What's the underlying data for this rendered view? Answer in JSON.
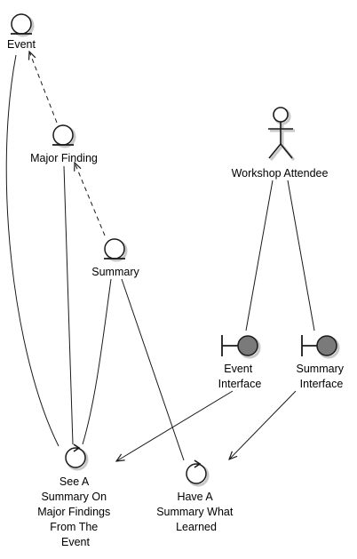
{
  "nodes": {
    "event": {
      "label": [
        "Event"
      ],
      "type": "entity"
    },
    "major_finding": {
      "label": [
        "Major Finding"
      ],
      "type": "entity"
    },
    "summary": {
      "label": [
        "Summary"
      ],
      "type": "entity"
    },
    "workshop_attendee": {
      "label": [
        "Workshop Attendee"
      ],
      "type": "actor"
    },
    "event_interface": {
      "label": [
        "Event",
        "Interface"
      ],
      "type": "boundary"
    },
    "summary_interface": {
      "label": [
        "Summary",
        "Interface"
      ],
      "type": "boundary"
    },
    "see_summary": {
      "label": [
        "See A",
        "Summary On",
        "Major Findings",
        "From The",
        "Event"
      ],
      "type": "control"
    },
    "have_summary": {
      "label": [
        "Have A",
        "Summary What",
        "Learned"
      ],
      "type": "control"
    }
  },
  "edges": [
    {
      "from": "major_finding",
      "to": "event",
      "style": "dashed-arrow"
    },
    {
      "from": "summary",
      "to": "major_finding",
      "style": "dashed-arrow"
    },
    {
      "from": "event",
      "to": "see_summary",
      "style": "line"
    },
    {
      "from": "major_finding",
      "to": "see_summary",
      "style": "line"
    },
    {
      "from": "summary",
      "to": "see_summary",
      "style": "line"
    },
    {
      "from": "summary",
      "to": "have_summary",
      "style": "line"
    },
    {
      "from": "workshop_attendee",
      "to": "event_interface",
      "style": "line"
    },
    {
      "from": "workshop_attendee",
      "to": "summary_interface",
      "style": "line"
    },
    {
      "from": "event_interface",
      "to": "see_summary",
      "style": "arrow"
    },
    {
      "from": "summary_interface",
      "to": "have_summary",
      "style": "arrow"
    }
  ],
  "colors": {
    "boundary_fill": "#7a7a7a",
    "shadow": "#c8c8c8",
    "stroke": "#1a1a1a"
  }
}
